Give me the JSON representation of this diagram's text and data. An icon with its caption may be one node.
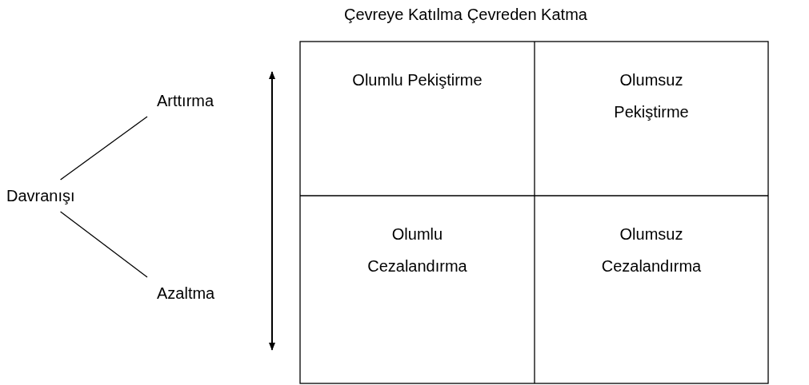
{
  "diagram": {
    "nodes": [
      {
        "text": [
          "Davranışı"
        ]
      },
      {
        "text": [
          "Arttırma"
        ]
      },
      {
        "text": [
          "Azaltma"
        ]
      }
    ],
    "edges": [
      {
        "from": 0,
        "to": 1,
        "arrow": "none"
      },
      {
        "from": 0,
        "to": 2,
        "arrow": "none"
      }
    ],
    "labels": [
      "Çevreye Katılma",
      "Çevreden Katma",
      "Olumlu Pekiştirme",
      "Olumsuz Pekiştirme",
      "Olumlu Cezalandırma",
      "Olumsuz Cezalandırma"
    ]
  }
}
